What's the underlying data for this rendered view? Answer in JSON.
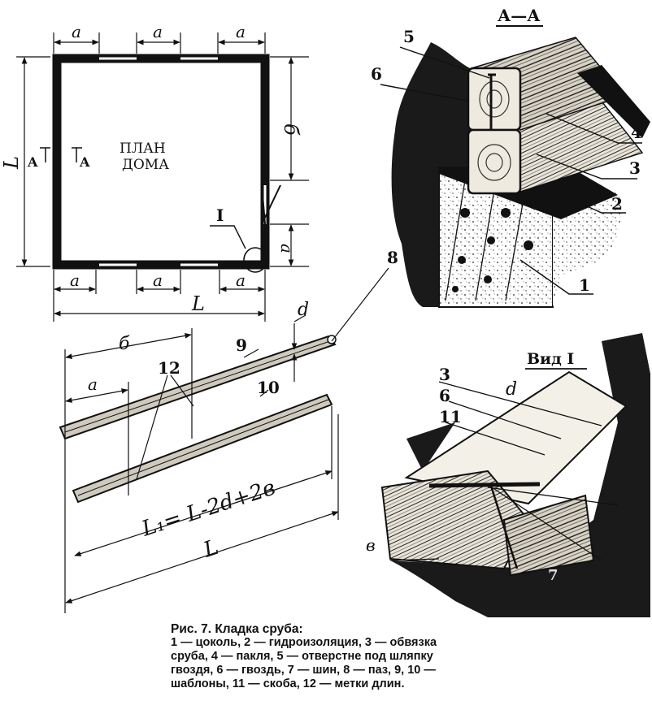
{
  "plan": {
    "label_line1": "ПЛАН",
    "label_line2": "ДОМА",
    "dim_a": "a",
    "dim_b": "б",
    "dim_L": "L",
    "section_mark": "A",
    "detail_mark": "I"
  },
  "templates": {
    "dim_b": "б",
    "dim_a": "a",
    "dim_d": "d",
    "dim_L": "L",
    "formula": "L₁= L-2d+2в",
    "marker_9": "9",
    "marker_10": "10",
    "marker_12": "12",
    "marker_8": "8"
  },
  "section": {
    "title": "А—А",
    "markers": [
      "5",
      "6",
      "4",
      "3",
      "2",
      "1"
    ]
  },
  "view": {
    "title": "Вид I",
    "markers": [
      "3",
      "6",
      "11",
      "d",
      "в",
      "7"
    ]
  },
  "caption": {
    "title": "Рис. 7. Кладка сруба:",
    "lines": [
      "1 — цоколь, 2 — гидроизоляция, 3 — обвязка",
      "сруба, 4 — пакля, 5 — отверстне под шляпку",
      "гвоздя, 6 — гвоздь, 7 — шин, 8 — паз, 9, 10 —",
      "шаблоны, 11 — скоба, 12 — метки длин."
    ]
  }
}
